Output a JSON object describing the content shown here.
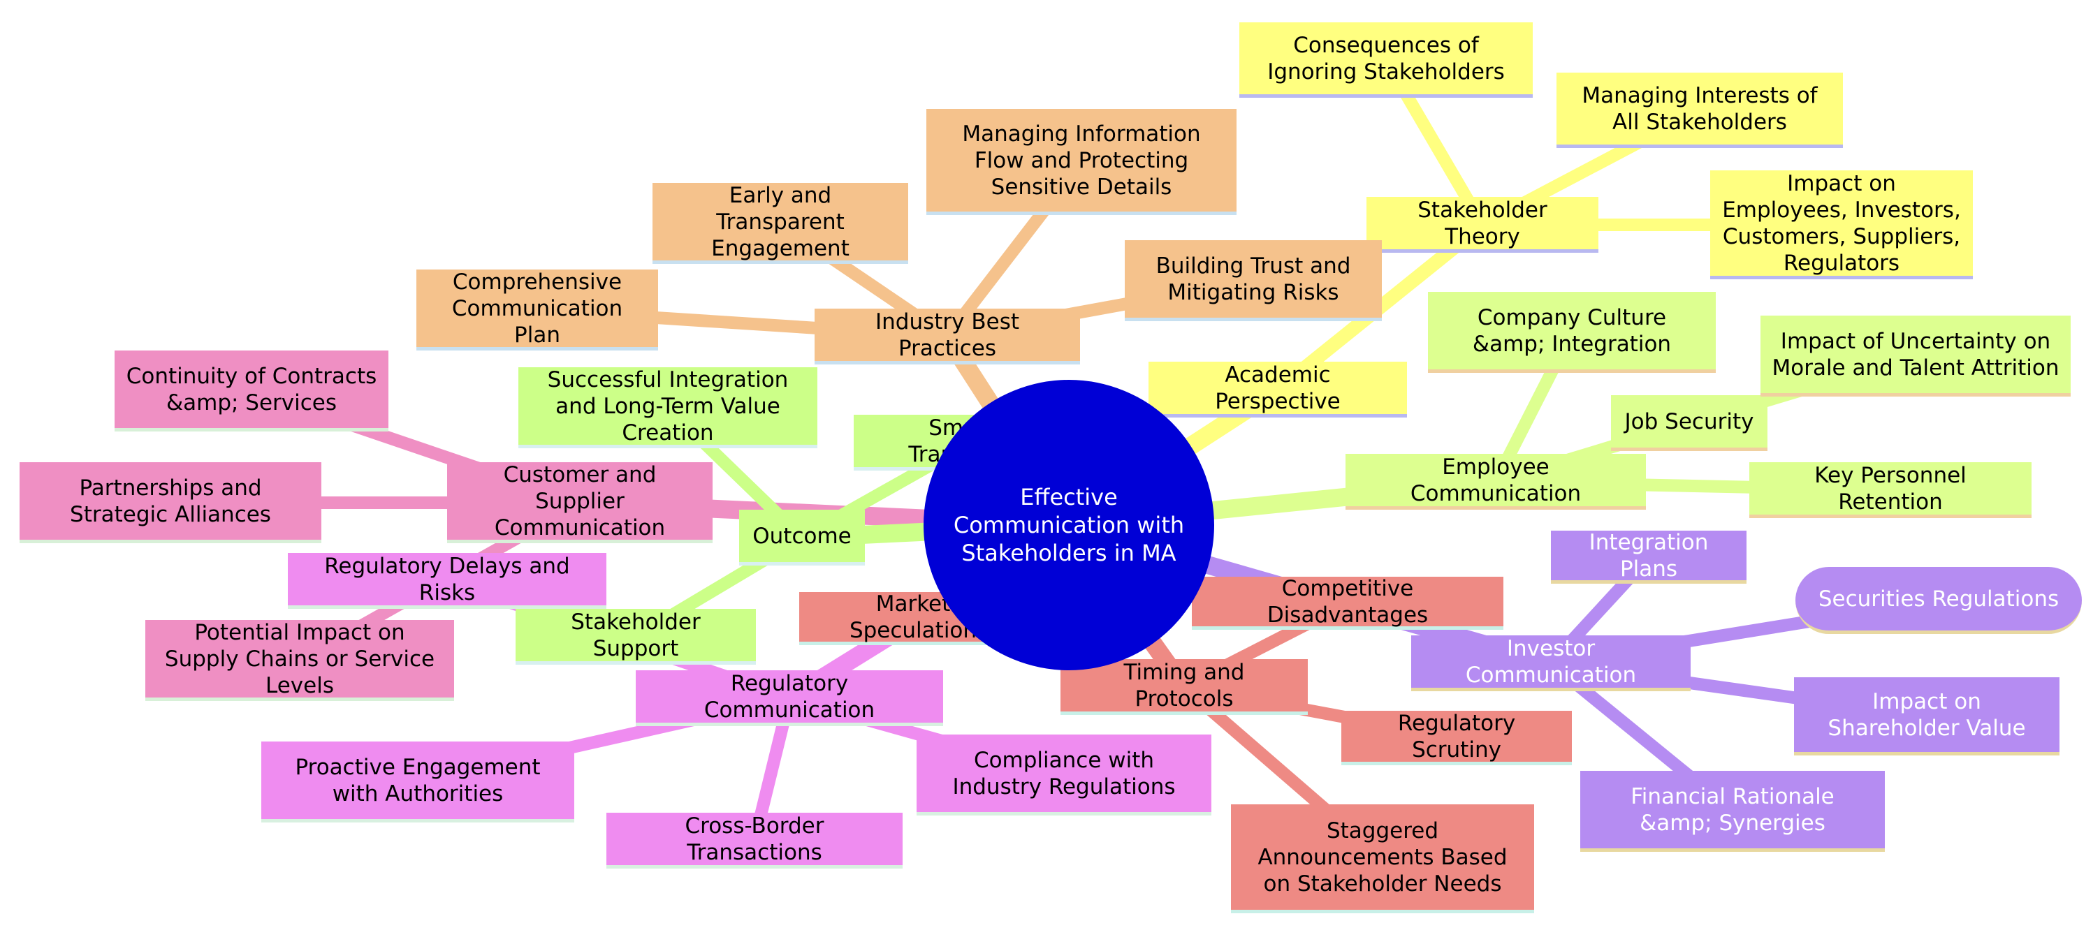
{
  "root": {
    "label": "Effective Communication with Stakeholders in MA",
    "color": "#0000d6"
  },
  "branches": [
    {
      "key": "academic",
      "color": "#ffff80",
      "underline": "#b8b8f0",
      "label": "Academic Perspective",
      "sub": {
        "label": "Stakeholder Theory",
        "leaves": [
          "Consequences of Ignoring Stakeholders",
          "Managing Interests of All Stakeholders",
          "Impact on Employees, Investors, Customers, Suppliers, Regulators"
        ]
      }
    },
    {
      "key": "employee",
      "color": "#ddff90",
      "underline": "#f0d0a0",
      "label": "Employee Communication",
      "leaves": [
        "Company Culture &amp; Integration",
        "Job Security",
        "Impact of Uncertainty on Morale and Talent Attrition",
        "Key Personnel Retention"
      ]
    },
    {
      "key": "investor",
      "color": "#b58cf2",
      "underline": "#e8d8a0",
      "label": "Investor Communication",
      "leaves": [
        "Integration Plans",
        "Securities Regulations",
        "Impact on Shareholder Value",
        "Financial Rationale &amp; Synergies"
      ]
    },
    {
      "key": "timing",
      "color": "#ee8a84",
      "underline": "#c8f0e8",
      "label": "Timing and Protocols",
      "leaves": [
        "Competitive Disadvantages",
        "Market Speculation",
        "Regulatory Scrutiny",
        "Staggered Announcements Based on Stakeholder Needs"
      ]
    },
    {
      "key": "regulatory",
      "color": "#ef8cf0",
      "underline": "#d8f0e0",
      "label": "Regulatory Communication",
      "leaves": [
        "Regulatory Delays and Risks",
        "Proactive Engagement with Authorities",
        "Cross-Border Transactions",
        "Compliance with Industry Regulations"
      ]
    },
    {
      "key": "customer",
      "color": "#ef8fc3",
      "underline": "#d8f0d8",
      "label": "Customer and Supplier Communication",
      "leaves": [
        "Continuity of Contracts &amp; Services",
        "Partnerships and Strategic Alliances",
        "Potential Impact on Supply Chains or Service Levels"
      ]
    },
    {
      "key": "outcome",
      "color": "#ccff88",
      "underline": "#d8f0f0",
      "label": "Outcome",
      "leaves": [
        "Successful Integration and Long-Term Value Creation",
        "Smooth Transaction",
        "Stakeholder Support"
      ]
    },
    {
      "key": "practices",
      "color": "#f5c28c",
      "underline": "#c8e0f0",
      "label": "Industry Best Practices",
      "leaves": [
        "Comprehensive Communication Plan",
        "Early and Transparent Engagement",
        "Managing Information Flow and Protecting Sensitive Details",
        "Building Trust and Mitigating Risks"
      ]
    }
  ]
}
